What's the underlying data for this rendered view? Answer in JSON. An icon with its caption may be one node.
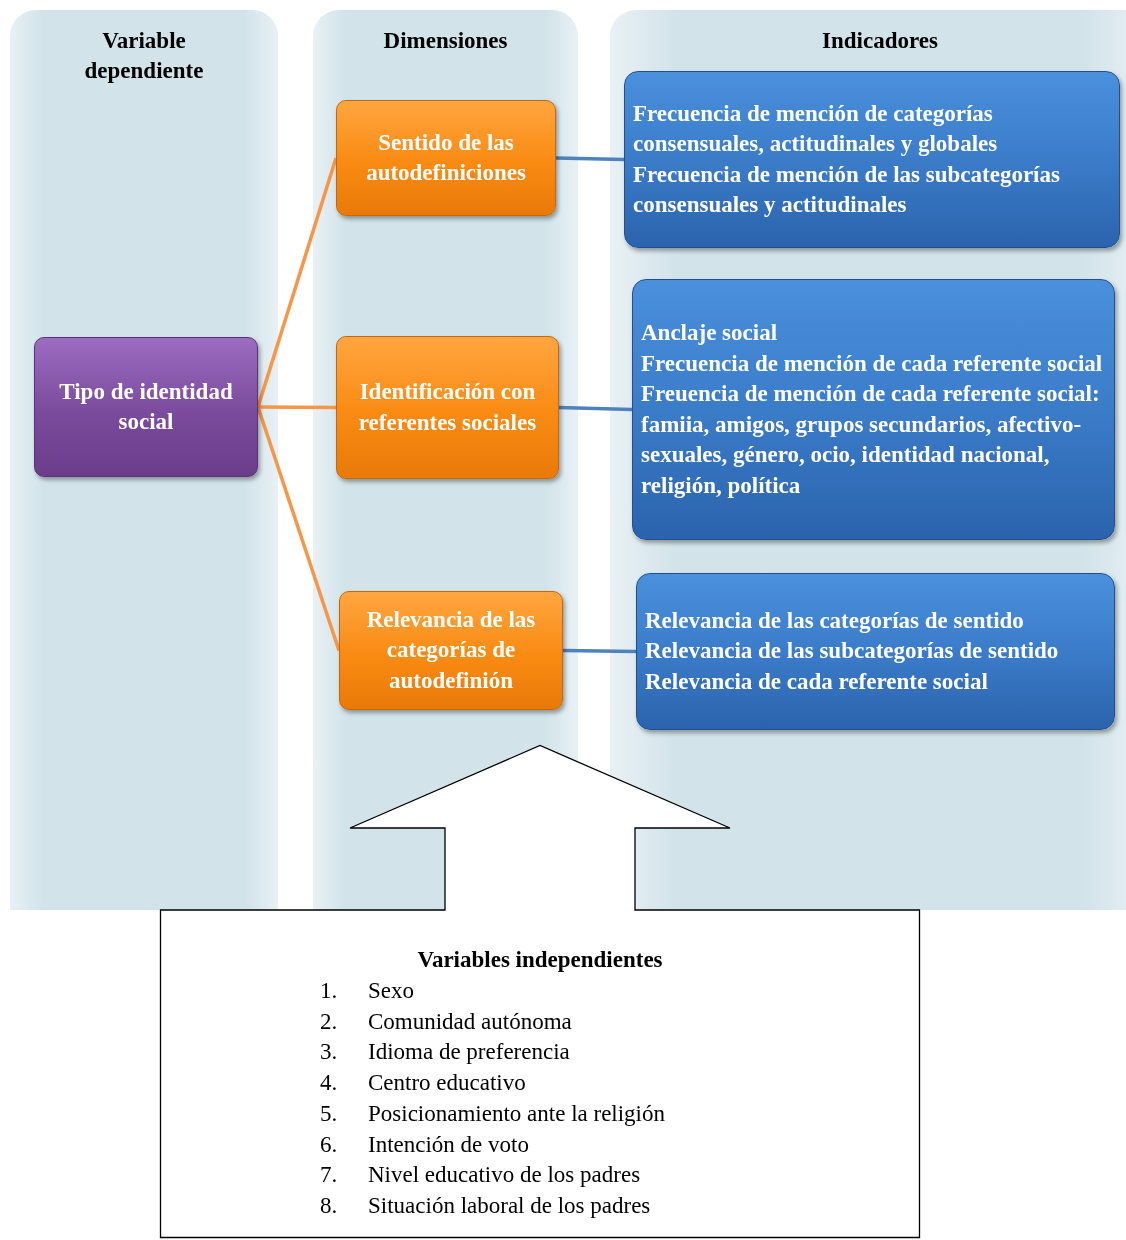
{
  "diagram": {
    "nodes": [
      {
        "text": [
          "Variable dependiente"
        ]
      },
      {
        "text": [
          "Dimensiones"
        ]
      },
      {
        "text": [
          "Indicadores"
        ]
      },
      {
        "text": [
          "Tipo de identidad social"
        ],
        "in": 0
      },
      {
        "text": [
          "Sentido de las autodefiniciones"
        ],
        "in": 1
      },
      {
        "text": [
          "Identificación con referentes sociales"
        ],
        "in": 1
      },
      {
        "text": [
          "Relevancia de las categorías de autodefinión"
        ],
        "in": 1
      },
      {
        "text": [
          "Frecuencia de mención de categorías consensuales, actitudinales y globales",
          "Frecuencia de mención de las subcategorías consensuales y actitudinales"
        ],
        "in": 2
      },
      {
        "text": [
          "Anclaje social",
          "Frecuencia de mención de cada referente social",
          "Freuencia de mención de cada referente social: famiia, amigos, grupos secundarios, afectivo-sexuales, género, ocio, identidad nacional, religión, política"
        ],
        "in": 2
      },
      {
        "text": [
          "Relevancia de las categorías de sentido",
          "Relevancia de las subcategorías de sentido",
          "Relevancia de cada referente social"
        ],
        "in": 2
      },
      {
        "text": [
          "Variables independientes",
          "1. Sexo",
          "2. Comunidad autónoma",
          "3. Idioma de preferencia",
          "4. Centro educativo",
          "5. Posicionamiento ante la religión",
          "6. Intención de voto",
          "7. Nivel educativo de los padres",
          "8. Situación laboral de los padres"
        ]
      }
    ],
    "edges": [
      {
        "from": 3,
        "to": 4,
        "arrow": "none",
        "color": "#f79646"
      },
      {
        "from": 3,
        "to": 5,
        "arrow": "none",
        "color": "#f79646"
      },
      {
        "from": 3,
        "to": 6,
        "arrow": "none",
        "color": "#f79646"
      },
      {
        "from": 4,
        "to": 7,
        "arrow": "none",
        "color": "#4f81bd"
      },
      {
        "from": 5,
        "to": 8,
        "arrow": "none",
        "color": "#4f81bd"
      },
      {
        "from": 6,
        "to": 9,
        "arrow": "none",
        "color": "#4f81bd"
      }
    ]
  }
}
